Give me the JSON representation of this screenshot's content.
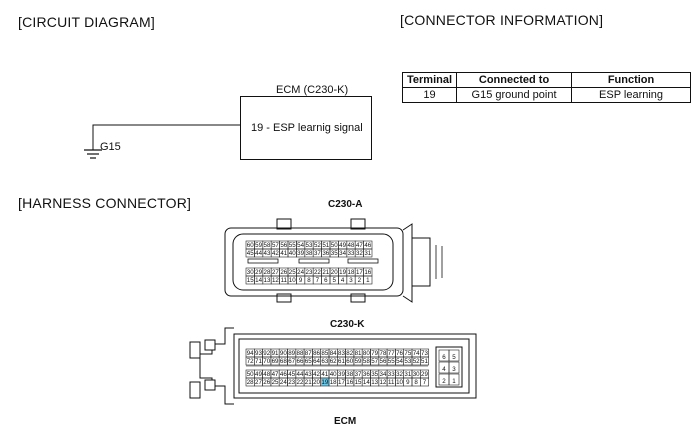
{
  "sections": {
    "circuit_diagram": "[CIRCUIT DIAGRAM]",
    "connector_information": "[CONNECTOR INFORMATION]",
    "harness_connector": "[HARNESS CONNECTOR]"
  },
  "connector_table": {
    "headers": [
      "Terminal",
      "Connected to",
      "Function"
    ],
    "rows": [
      [
        "19",
        "G15 ground point",
        "ESP learning"
      ]
    ]
  },
  "circuit": {
    "ecm_title": "ECM (C230-K)",
    "pin_label": "19 - ESP learnig signal",
    "ground_label": "G15"
  },
  "connectors": {
    "c230a_label": "C230-A",
    "c230k_label": "C230-K",
    "footer_label": "ECM",
    "c230a_rows": [
      [
        "60",
        "59",
        "58",
        "57",
        "56",
        "55",
        "54",
        "53",
        "52",
        "51",
        "50",
        "49",
        "48",
        "47",
        "46"
      ],
      [
        "45",
        "44",
        "43",
        "42",
        "41",
        "40",
        "39",
        "38",
        "37",
        "36",
        "35",
        "34",
        "33",
        "32",
        "31"
      ],
      [
        "30",
        "29",
        "28",
        "27",
        "26",
        "25",
        "24",
        "23",
        "22",
        "21",
        "20",
        "19",
        "18",
        "17",
        "16"
      ],
      [
        "15",
        "14",
        "13",
        "12",
        "11",
        "10",
        "9",
        "8",
        "7",
        "6",
        "5",
        "4",
        "3",
        "2",
        "1"
      ]
    ],
    "c230k_rows": [
      [
        "94",
        "93",
        "92",
        "91",
        "90",
        "89",
        "88",
        "87",
        "86",
        "85",
        "84",
        "83",
        "82",
        "81",
        "80",
        "79",
        "78",
        "77",
        "76",
        "75",
        "74",
        "73"
      ],
      [
        "72",
        "71",
        "70",
        "69",
        "68",
        "67",
        "66",
        "65",
        "64",
        "63",
        "62",
        "61",
        "60",
        "59",
        "58",
        "57",
        "56",
        "55",
        "54",
        "53",
        "52",
        "51"
      ],
      [
        "50",
        "49",
        "48",
        "47",
        "46",
        "45",
        "44",
        "43",
        "42",
        "41",
        "40",
        "39",
        "38",
        "37",
        "36",
        "35",
        "34",
        "33",
        "32",
        "31",
        "30",
        "29"
      ],
      [
        "28",
        "27",
        "26",
        "25",
        "24",
        "23",
        "22",
        "21",
        "20",
        "19",
        "18",
        "17",
        "16",
        "15",
        "14",
        "13",
        "12",
        "11",
        "10",
        "9",
        "8",
        "7"
      ]
    ],
    "c230k_side": [
      [
        "6",
        "5"
      ],
      [
        "4",
        "3"
      ],
      [
        "2",
        "1"
      ]
    ],
    "highlight_pin": "19",
    "highlight_color": "#6fc7e6"
  }
}
